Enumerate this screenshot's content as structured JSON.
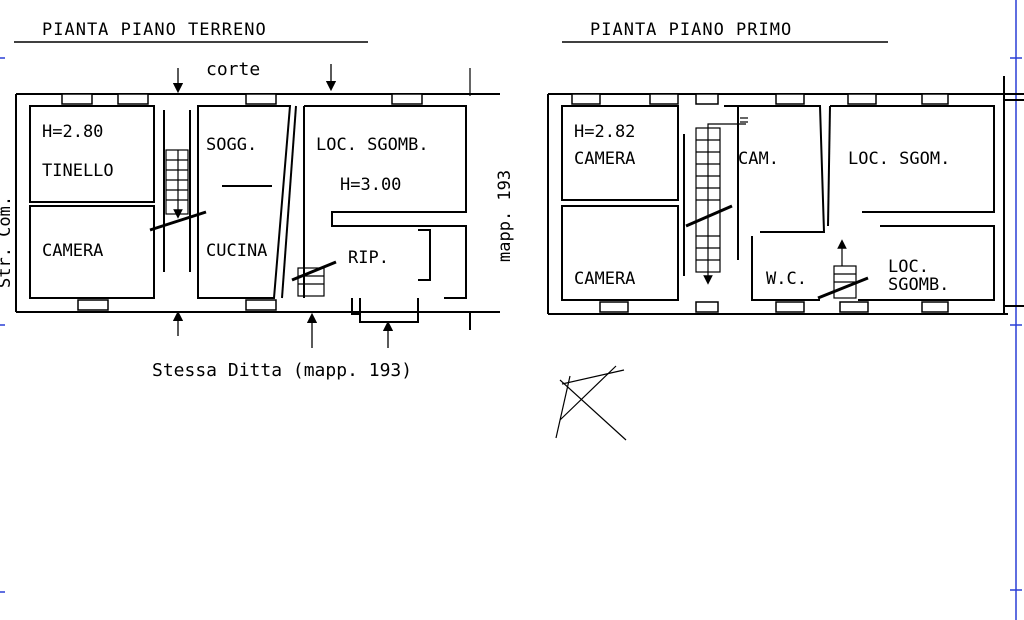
{
  "ground_floor": {
    "title": "PIANTA PIANO TERRENO",
    "courtyard": "corte",
    "height_left": "H=2.80",
    "height_right": "H=3.00",
    "rooms": {
      "tinello": "TINELLO",
      "camera": "CAMERA",
      "sogg": "SOGG.",
      "cucina": "CUCINA",
      "loc_sgomb": "LOC. SGOMB.",
      "rip": "RIP."
    },
    "side_label_right": "mapp. 193",
    "side_label_left": "Str. Com.",
    "bottom_note": "Stessa Ditta (mapp. 193)"
  },
  "first_floor": {
    "title": "PIANTA PIANO PRIMO",
    "height": "H=2.82",
    "rooms": {
      "camera_top": "CAMERA",
      "camera_bottom": "CAMERA",
      "cam": "CAM.",
      "loc_sgom": "LOC. SGOM.",
      "wc": "W.C.",
      "loc_line1": "LOC.",
      "loc_line2": "SGOMB."
    }
  },
  "colors": {
    "ink": "#000000",
    "frame_accent": "#2a3fd6"
  }
}
